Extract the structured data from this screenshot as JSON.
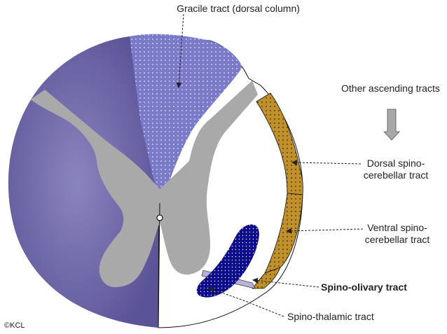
{
  "labels": {
    "gracile": "Gracile tract (dorsal column)",
    "other_ascending": "Other ascending tracts",
    "dorsal_spino_1": "Dorsal spino-",
    "dorsal_spino_2": "cerebellar tract",
    "ventral_spino_1": "Ventral spino-",
    "ventral_spino_2": "cerebellar tract",
    "spino_olivary": "Spino-olivary tract",
    "spino_thalamic": "Spino-thalamic tract",
    "copyright": "©KCL"
  },
  "colors": {
    "white_matter": "#6e67a8",
    "gray_matter": "#a9a9a9",
    "gracile_tract": "#7a7ac8",
    "cerebellar_tracts": "#c0902a",
    "spino_thalamic_tract": "#0c0c8c",
    "spino_olivary_tract": "#b8b0d8",
    "arrow_fill": "#a8a8a8",
    "leader": "#222222"
  },
  "icons": {
    "down_arrow": "down-arrow-icon"
  }
}
